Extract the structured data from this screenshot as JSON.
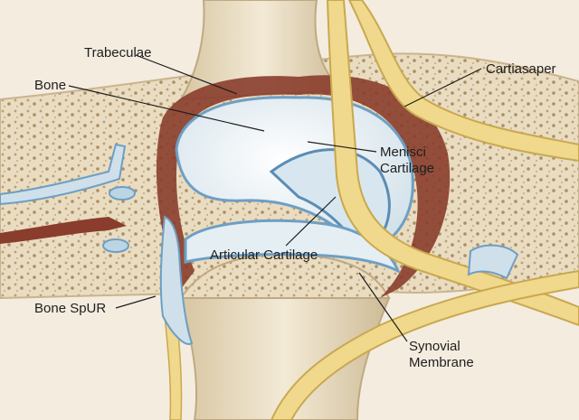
{
  "diagram": {
    "labels": {
      "trabeculae": "Trabeculae",
      "bone": "Bone",
      "cartiasaper": "Cartiasaper",
      "menisci_cartilage": "Menisci\nCartilage",
      "articular_cartilage": "Articular Cartilage",
      "bone_spur": "Bone SpUR",
      "synovial_membrane": "Synovial\nMembrane"
    },
    "colors": {
      "background": "#f4ecdf",
      "bone": "#e9dcc0",
      "bone_pores": "#b79f78",
      "cartilage": "#e7f0f4",
      "cartilage_edge": "#6e9fc4",
      "synovium": "#8a3d2c",
      "ligament": "#f0d98c",
      "leader_line": "#1e1e1e"
    }
  }
}
